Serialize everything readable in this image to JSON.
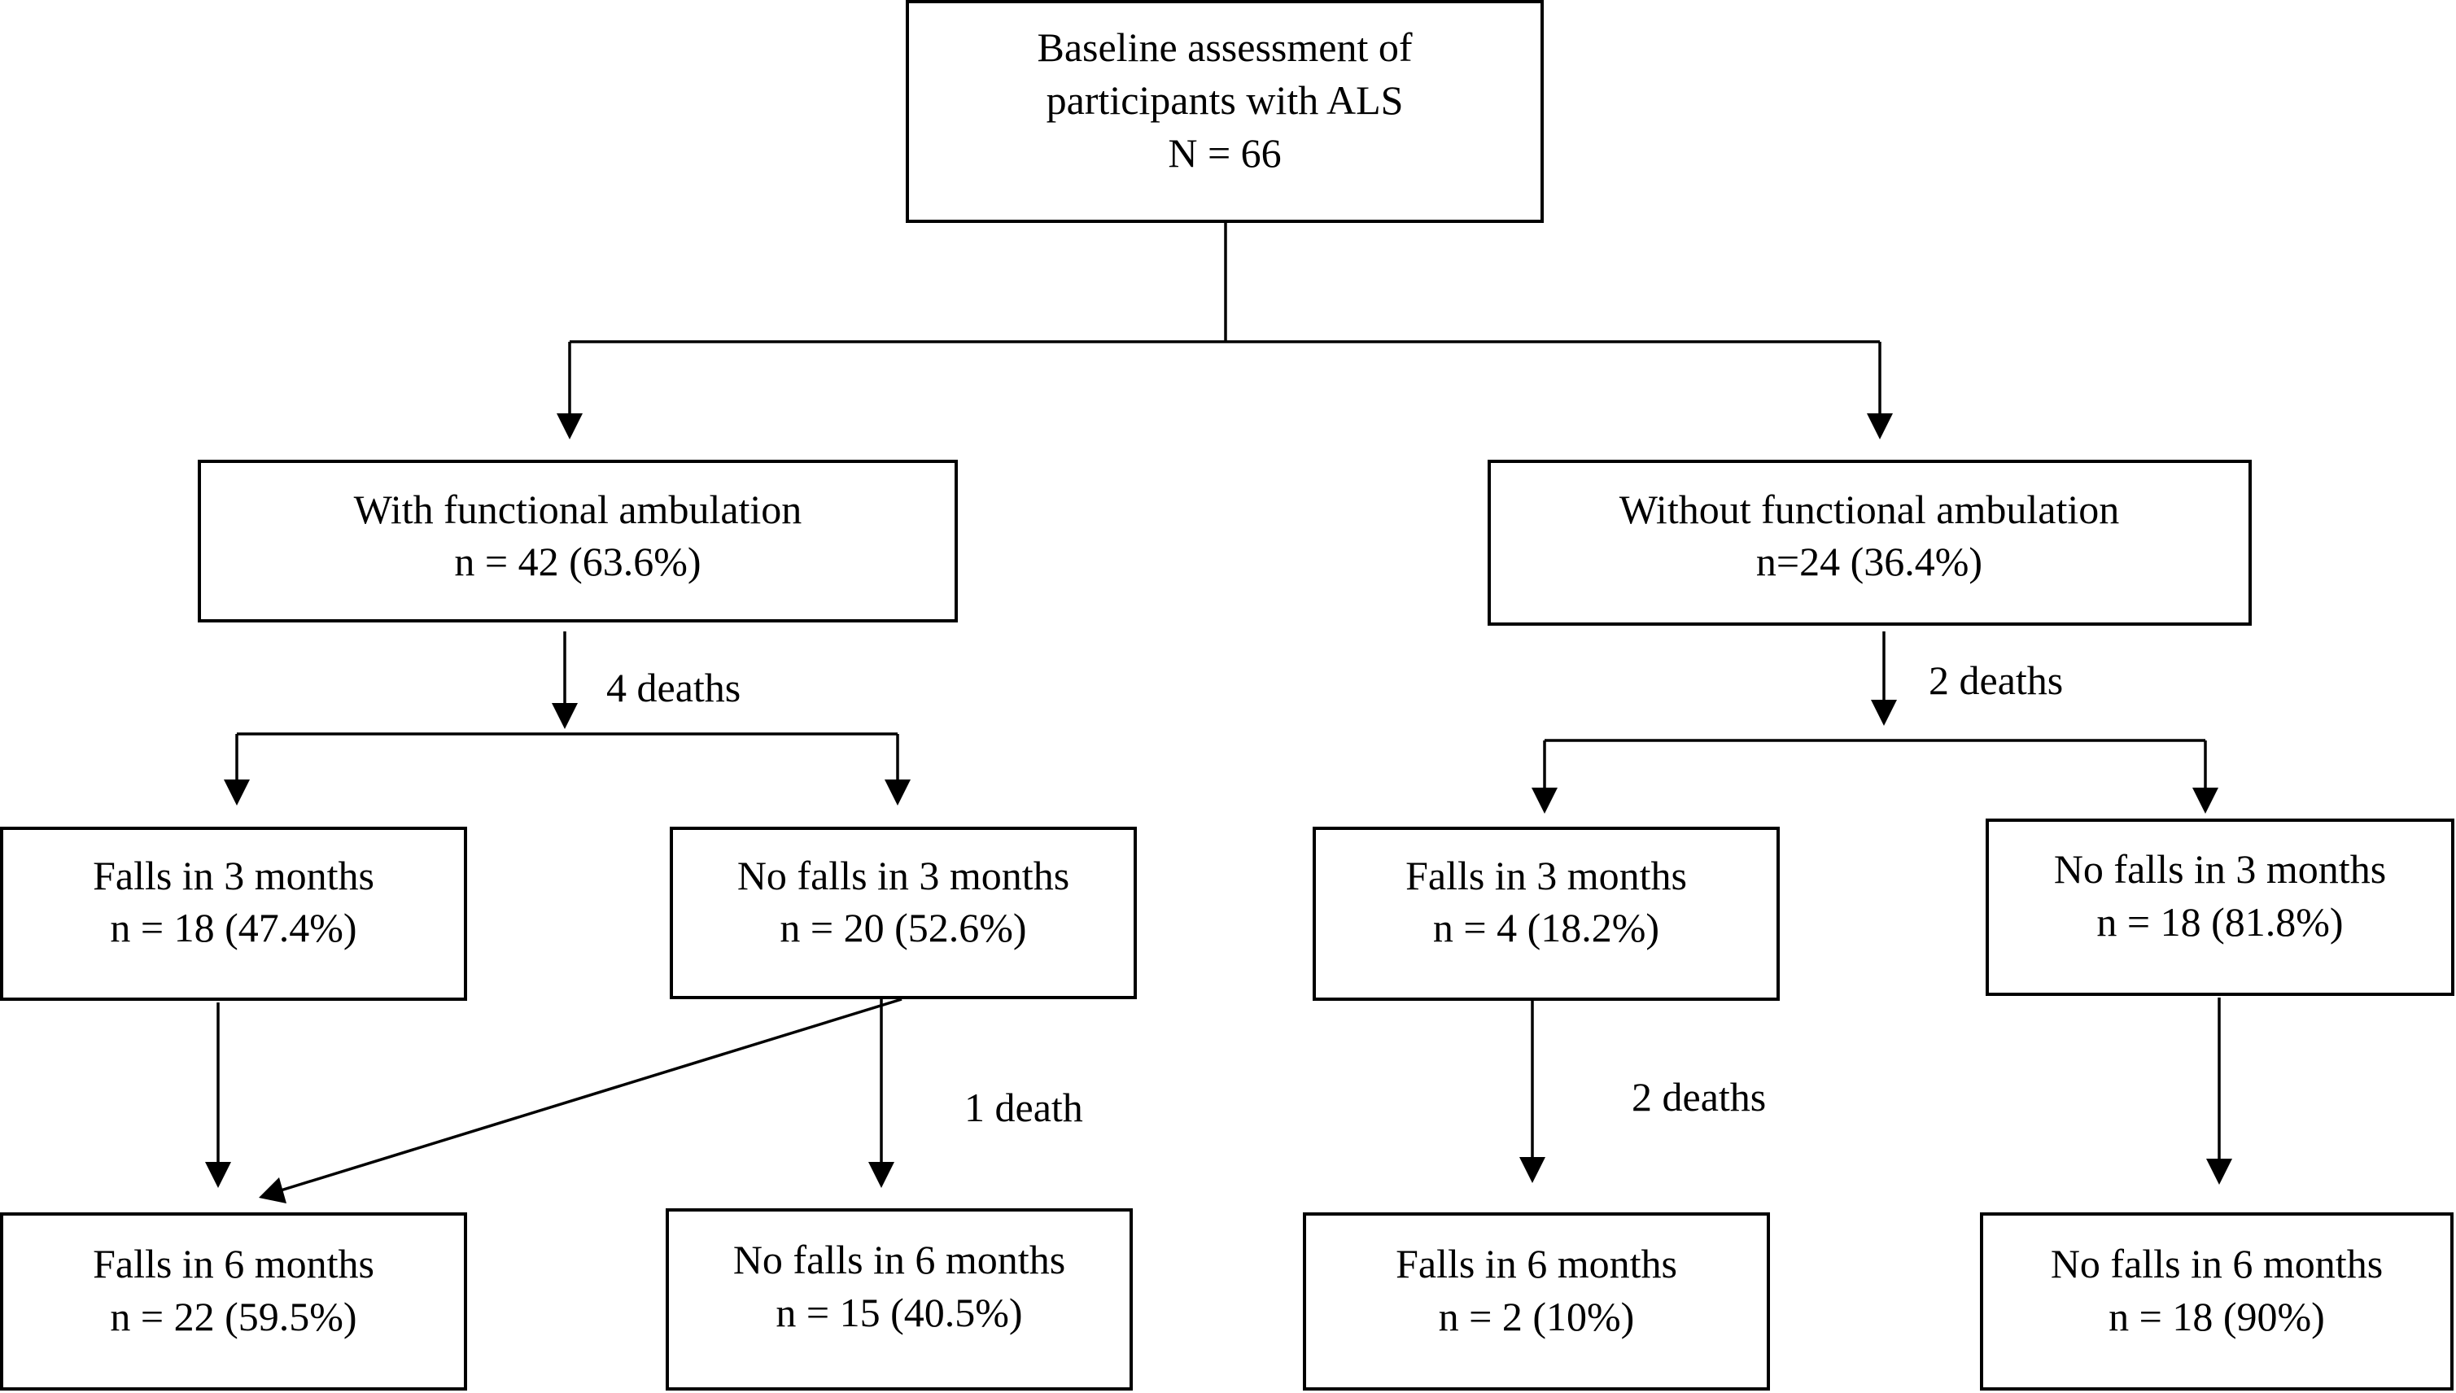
{
  "diagram": {
    "nodes": {
      "baseline": [
        "Baseline assessment of",
        "participants with ALS",
        "N = 66"
      ],
      "with_ambulation": [
        "With functional ambulation",
        "n = 42 (63.6%)"
      ],
      "without_ambulation": [
        "Without functional ambulation",
        "n=24 (36.4%)"
      ],
      "left_falls_3m": [
        "Falls in 3 months",
        "n = 18 (47.4%)"
      ],
      "left_nofalls_3m": [
        "No falls in 3 months",
        "n = 20 (52.6%)"
      ],
      "right_falls_3m": [
        "Falls in 3 months",
        "n = 4 (18.2%)"
      ],
      "right_nofalls_3m": [
        "No falls in 3 months",
        "n = 18 (81.8%)"
      ],
      "left_falls_6m": [
        "Falls in 6 months",
        "n = 22 (59.5%)"
      ],
      "left_nofalls_6m": [
        "No falls in 6 months",
        "n = 15 (40.5%)"
      ],
      "right_falls_6m": [
        "Falls in 6 months",
        "n = 2 (10%)"
      ],
      "right_nofalls_6m": [
        "No falls in 6 months",
        "n = 18 (90%)"
      ]
    },
    "edge_labels": {
      "left_deaths": "4 deaths",
      "right_deaths": "2 deaths",
      "left_nofalls_death": "1 death",
      "right_falls_deaths": "2 deaths"
    }
  }
}
